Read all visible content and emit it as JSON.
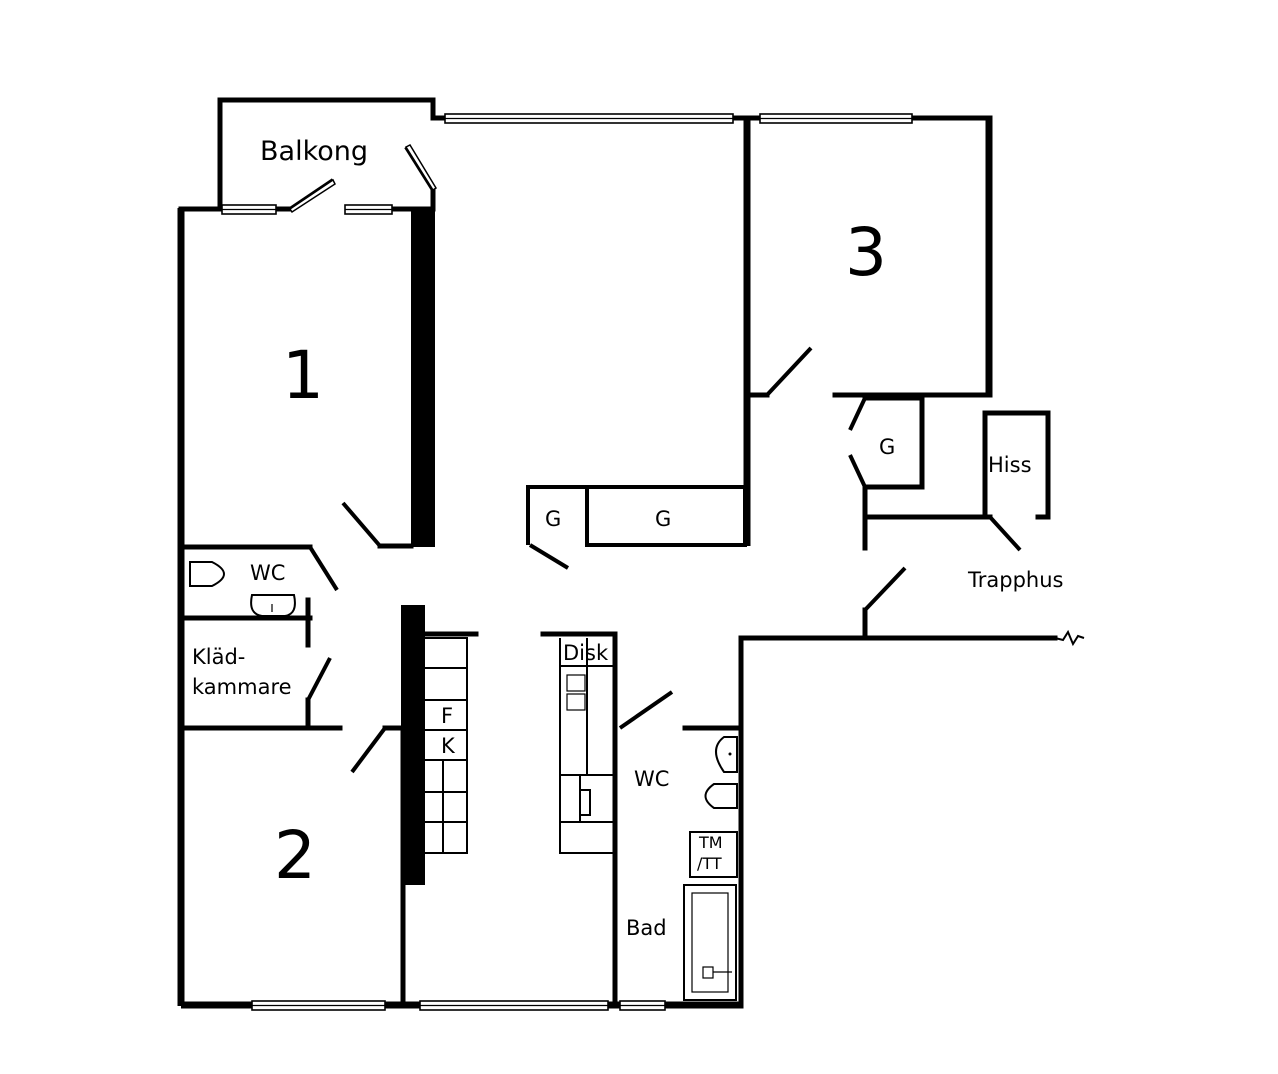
{
  "rooms": {
    "balkong": "Balkong",
    "room1": "1",
    "room2": "2",
    "room3": "3",
    "wc_top": "WC",
    "wc_bottom": "WC",
    "kladkammare_line1": "Kläd-",
    "kladkammare_line2": "kammare",
    "bad": "Bad",
    "hiss": "Hiss",
    "trapphus": "Trapphus"
  },
  "fixtures": {
    "storage_g1": "G",
    "storage_g2": "G",
    "storage_g3": "G",
    "fridge": "F",
    "freezer": "K",
    "dishwasher": "Disk",
    "washer_line1": "TM",
    "washer_line2": "/TT"
  }
}
